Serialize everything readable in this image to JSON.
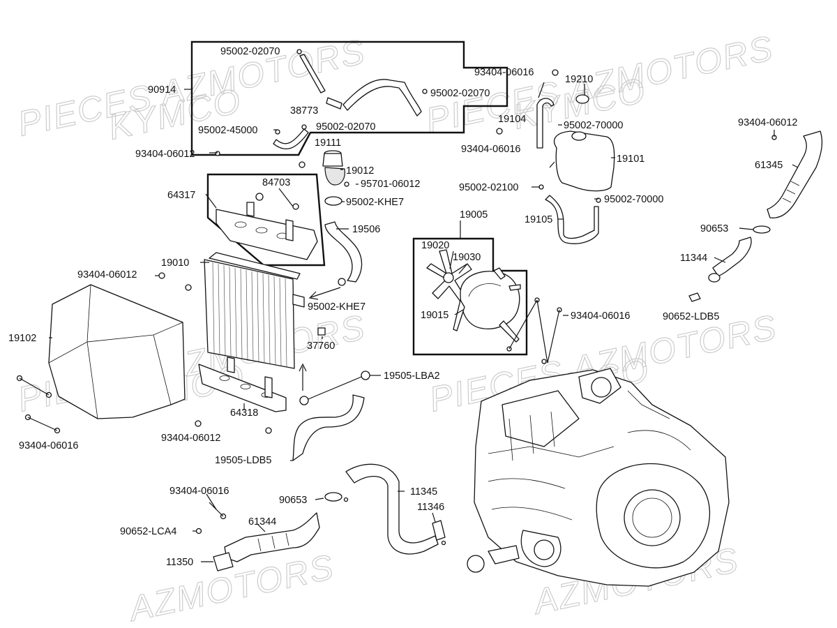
{
  "watermarks": [
    {
      "id": "wm1",
      "text": "PIECES AZMOTORS"
    },
    {
      "id": "wm2",
      "text": "KYMCO"
    },
    {
      "id": "wm3",
      "text": "PIECES AZMOTORS"
    },
    {
      "id": "wm4",
      "text": "KYMCO"
    },
    {
      "id": "wm5",
      "text": "PIECES AZMOTORS"
    },
    {
      "id": "wm6",
      "text": "KYMCO"
    },
    {
      "id": "wm7",
      "text": "PIECES AZMOTORS"
    },
    {
      "id": "wm8",
      "text": "KYMCO"
    },
    {
      "id": "wm9",
      "text": "AZMOTORS"
    },
    {
      "id": "wm10",
      "text": "AZMOTORS"
    }
  ],
  "callouts": [
    {
      "id": "c01",
      "text": "95002-02070"
    },
    {
      "id": "c02",
      "text": "90914"
    },
    {
      "id": "c03",
      "text": "38773"
    },
    {
      "id": "c04",
      "text": "95002-02070"
    },
    {
      "id": "c05",
      "text": "95002-45000"
    },
    {
      "id": "c06",
      "text": "95002-02070"
    },
    {
      "id": "c07",
      "text": "19111"
    },
    {
      "id": "c08",
      "text": "93404-06012"
    },
    {
      "id": "c09",
      "text": "19012"
    },
    {
      "id": "c10",
      "text": "95701-06012"
    },
    {
      "id": "c11",
      "text": "64317"
    },
    {
      "id": "c12",
      "text": "84703"
    },
    {
      "id": "c13",
      "text": "95002-KHE7"
    },
    {
      "id": "c14",
      "text": "19506"
    },
    {
      "id": "c15",
      "text": "93404-06016"
    },
    {
      "id": "c16",
      "text": "19210"
    },
    {
      "id": "c17",
      "text": "19104"
    },
    {
      "id": "c18",
      "text": "95002-70000"
    },
    {
      "id": "c19",
      "text": "93404-06016"
    },
    {
      "id": "c20",
      "text": "19101"
    },
    {
      "id": "c21",
      "text": "95002-02100"
    },
    {
      "id": "c22",
      "text": "95002-70000"
    },
    {
      "id": "c23",
      "text": "19105"
    },
    {
      "id": "c24",
      "text": "93404-06012"
    },
    {
      "id": "c25",
      "text": "61345"
    },
    {
      "id": "c26",
      "text": "90653"
    },
    {
      "id": "c27",
      "text": "11344"
    },
    {
      "id": "c28",
      "text": "90652-LDB5"
    },
    {
      "id": "c29",
      "text": "19005"
    },
    {
      "id": "c30",
      "text": "19020"
    },
    {
      "id": "c31",
      "text": "19030"
    },
    {
      "id": "c32",
      "text": "19015"
    },
    {
      "id": "c33",
      "text": "93404-06016"
    },
    {
      "id": "c34",
      "text": "19010"
    },
    {
      "id": "c35",
      "text": "93404-06012"
    },
    {
      "id": "c36",
      "text": "95002-KHE7"
    },
    {
      "id": "c37",
      "text": "37760"
    },
    {
      "id": "c38",
      "text": "19102"
    },
    {
      "id": "c39",
      "text": "19505-LBA2"
    },
    {
      "id": "c40",
      "text": "64318"
    },
    {
      "id": "c41",
      "text": "93404-06016"
    },
    {
      "id": "c42",
      "text": "93404-06012"
    },
    {
      "id": "c43",
      "text": "19505-LDB5"
    },
    {
      "id": "c44",
      "text": "93404-06016"
    },
    {
      "id": "c45",
      "text": "90653"
    },
    {
      "id": "c46",
      "text": "11345"
    },
    {
      "id": "c47",
      "text": "11346"
    },
    {
      "id": "c48",
      "text": "61344"
    },
    {
      "id": "c49",
      "text": "90652-LCA4"
    },
    {
      "id": "c50",
      "text": "11350"
    }
  ]
}
